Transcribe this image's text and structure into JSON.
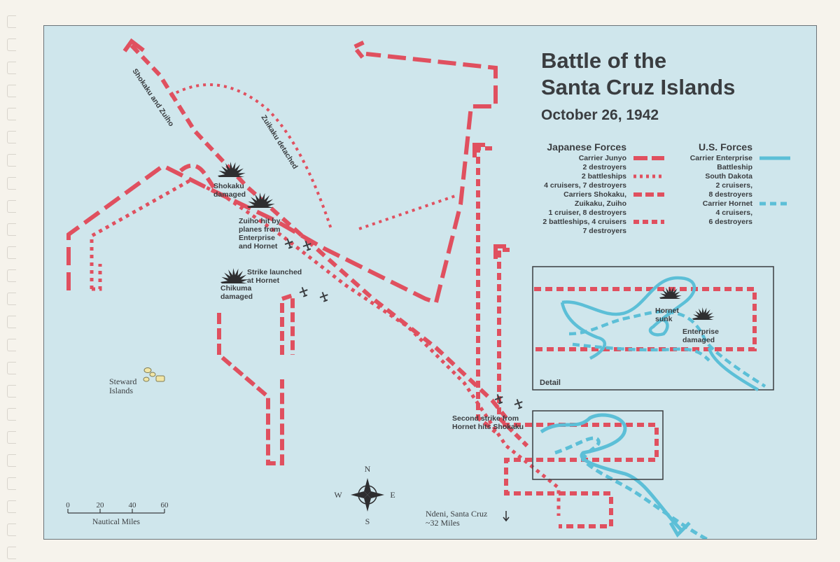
{
  "title_line1": "Battle of the",
  "title_line2": "Santa Cruz Islands",
  "subtitle": "October 26, 1942",
  "colors": {
    "japanese": "#e0505f",
    "us": "#5cbfd7",
    "sea": "#cfe6ec",
    "text": "#3a3d40",
    "explosion": "#2e2e30"
  },
  "legend": {
    "japanese_heading": "Japanese Forces",
    "us_heading": "U.S. Forces",
    "japanese_items": [
      {
        "lines": [
          "Carrier Junyo",
          "2 destroyers"
        ],
        "style": "long-dash"
      },
      {
        "lines": [
          "2 battleships",
          "4 cruisers, 7 destroyers"
        ],
        "style": "dotted"
      },
      {
        "lines": [
          "Carriers Shokaku,",
          "Zuikaku, Zuiho",
          "1 cruiser, 8 destroyers"
        ],
        "style": "dash-dot"
      },
      {
        "lines": [
          "2 battleships, 4 cruisers",
          "7 destroyers"
        ],
        "style": "short-dash"
      }
    ],
    "us_items": [
      {
        "lines": [
          "Carrier Enterprise",
          "Battleship",
          "South Dakota",
          "2 cruisers,",
          "8 destroyers"
        ],
        "style": "solid"
      },
      {
        "lines": [
          "Carrier Hornet",
          "4 cruisers,",
          "6 destroyers"
        ],
        "style": "dashed"
      }
    ]
  },
  "route_labels": {
    "shokaku_zuiho": "Shokaku and Zuiho",
    "zuikaku_detached": "Zuikaku detached"
  },
  "events": {
    "shokaku_damaged": [
      "Shokaku",
      "damaged"
    ],
    "zuiho_hit": [
      "Zuiho hit by",
      "planes from",
      "Enterprise",
      "and Hornet"
    ],
    "strike_launched": [
      "Strike launched",
      "at Hornet"
    ],
    "chikuma_damaged": [
      "Chikuma",
      "damaged"
    ],
    "second_strike": [
      "Second strike from",
      "Hornet hits Shokaku"
    ],
    "hornet_sunk": [
      "Hornet",
      "sunk"
    ],
    "enterprise_damaged": [
      "Enterprise",
      "damaged"
    ]
  },
  "detail_label": "Detail",
  "places": {
    "steward_islands": [
      "Steward",
      "Islands"
    ],
    "ndeni": [
      "Ndeni, Santa Cruz",
      "~32 Miles"
    ]
  },
  "compass": {
    "n": "N",
    "s": "S",
    "e": "E",
    "w": "W"
  },
  "scale": {
    "ticks": [
      "0",
      "20",
      "40",
      "60"
    ],
    "unit_label": "Nautical Miles"
  }
}
